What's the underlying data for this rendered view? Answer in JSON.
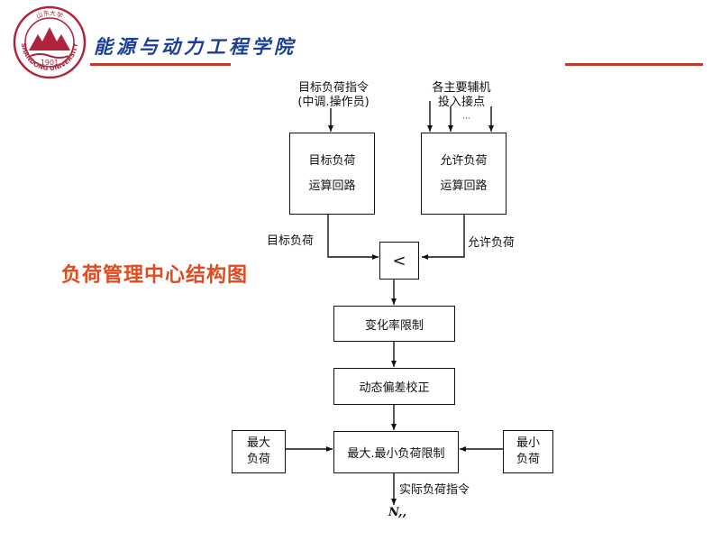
{
  "header": {
    "title": "能源与动力工程学院",
    "logo": {
      "ring_text": "SHANDONG UNIVERSITY",
      "year": "1901",
      "top_text": "山东大学"
    }
  },
  "section_title": "负荷管理中心结构图",
  "diagram": {
    "input_target_line1": "目标负荷指令",
    "input_target_line2": "(中调.操作员)",
    "input_aux_line1": "各主要辅机",
    "input_aux_line2": "投入接点",
    "input_aux_dots": "···",
    "target_calc": {
      "line1": "目标负荷",
      "line2": "运算回路"
    },
    "allowed_calc": {
      "line1": "允许负荷",
      "line2": "运算回路"
    },
    "label_target_load": "目标负荷",
    "label_allowed_load": "允许负荷",
    "min_selector": "<",
    "rate_limit": "变化率限制",
    "dynamic_correction": "动态偏差校正",
    "maxmin_limit": "最大.最小负荷限制",
    "max_load": {
      "line1": "最大",
      "line2": "负荷"
    },
    "min_load": {
      "line1": "最小",
      "line2": "负荷"
    },
    "output_label": "实际负荷指令",
    "output_symbol": "N,,"
  }
}
